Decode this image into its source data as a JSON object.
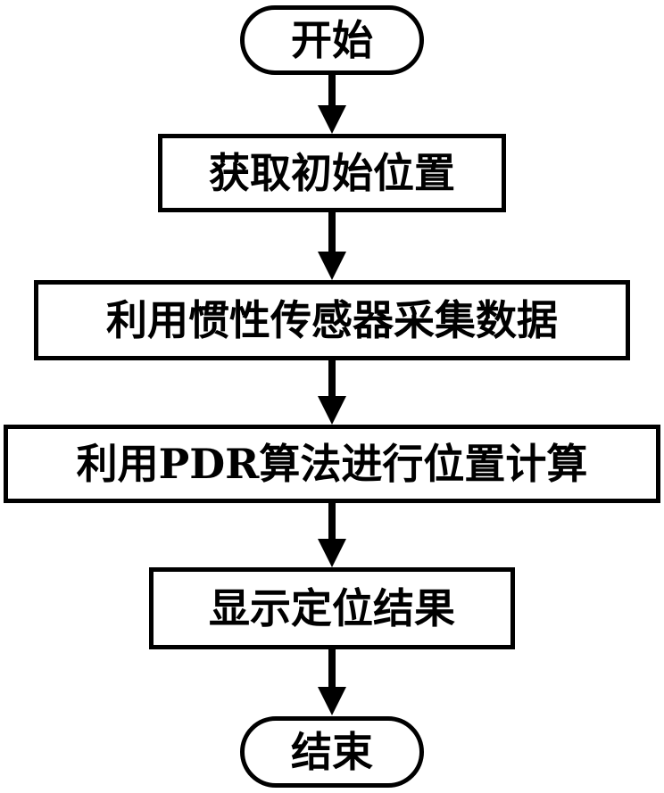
{
  "flowchart": {
    "start": "开始",
    "steps": [
      "获取初始位置",
      "利用惯性传感器采集数据",
      "利用PDR算法进行位置计算",
      "显示定位结果"
    ],
    "end": "结束"
  }
}
